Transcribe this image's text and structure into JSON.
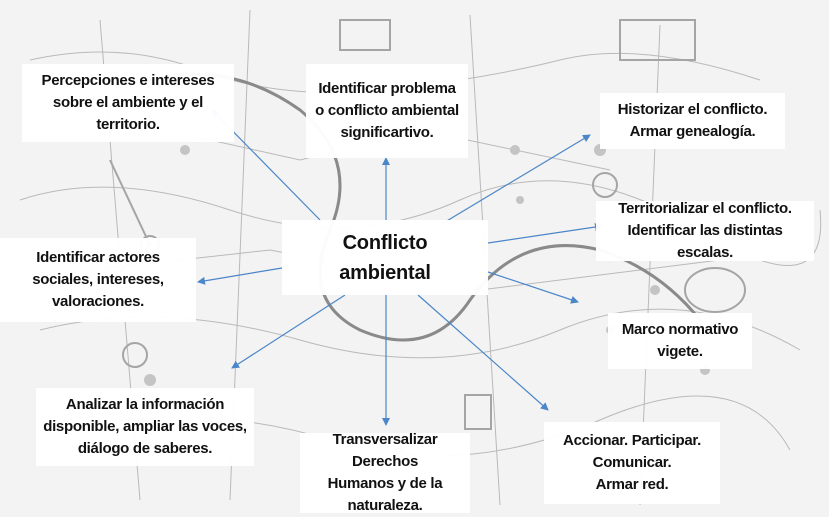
{
  "center": {
    "label": "Conflicto\nambiental"
  },
  "nodes": [
    {
      "id": "percepciones",
      "label": "Percepciones e intereses\nsobre el ambiente y el\nterritorio."
    },
    {
      "id": "identificar-problema",
      "label": "Identificar problema\no conflicto ambiental\nsignificartivo."
    },
    {
      "id": "historizar",
      "label": "Historizar el conflicto.\nArmar genealogía."
    },
    {
      "id": "territorializar",
      "label": "Territorializar el conflicto.\nIdentificar las distintas escalas."
    },
    {
      "id": "actores",
      "label": "Identificar actores\nsociales, intereses,\nvaloraciones."
    },
    {
      "id": "marco-normativo",
      "label": "Marco normativo\nvigete."
    },
    {
      "id": "analizar",
      "label": "Analizar la información\ndisponible, ampliar las voces,\ndiálogo de saberes."
    },
    {
      "id": "transversalizar",
      "label": "Transversalizar Derechos\nHumanos y de la\nnaturaleza."
    },
    {
      "id": "accionar",
      "label": "Accionar. Participar.\nComunicar.\nArmar red."
    }
  ],
  "colors": {
    "arrow": "#4a86c8",
    "box": "#ffffff",
    "text": "#111111",
    "background": "#f3f3f3"
  }
}
